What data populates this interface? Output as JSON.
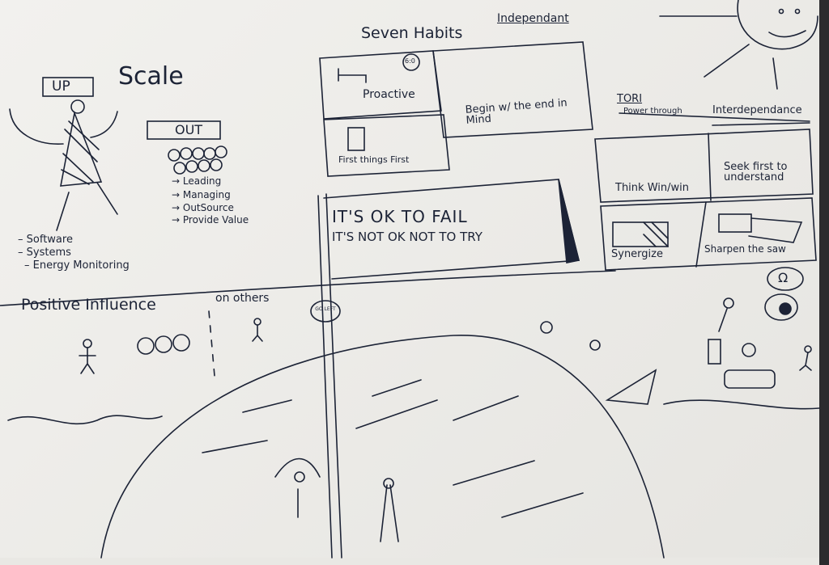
{
  "scale": {
    "title": "Scale",
    "up_label": "UP",
    "up_items": [
      "Software",
      "Systems",
      "Energy Monitoring"
    ],
    "out_label": "OUT",
    "out_items": [
      "Leading",
      "Managing",
      "OutSource",
      "Provide Value"
    ]
  },
  "habits": {
    "title": "Seven Habits",
    "independent_label": "Independant",
    "independent": [
      "Proactive",
      "Begin w/ the end in Mind",
      "First things First"
    ],
    "clock_text": "6:0",
    "interdependence_heading": "TORI",
    "interdependence_sub": "Power through",
    "interdependence_label": "Interdependance",
    "interdependent": [
      "Think Win/win",
      "Seek first to understand",
      "Synergize",
      "Sharpen the saw"
    ]
  },
  "flag": {
    "line1": "IT'S OK TO FAIL",
    "line2": "IT'S NOT OK NOT TO TRY"
  },
  "influence": {
    "title": "Positive Influence",
    "suffix": "on others",
    "bubble": "GO LEFT",
    "thought_symbol": "Ω"
  }
}
